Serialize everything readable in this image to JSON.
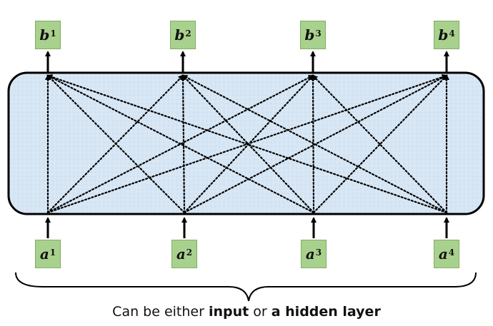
{
  "colors": {
    "node_fill": "#a9d18e",
    "node_border": "#7fae63",
    "layer_fill": "#d7e6f4",
    "line": "#000000"
  },
  "outputs": [
    {
      "base": "b",
      "sup": "1"
    },
    {
      "base": "b",
      "sup": "2"
    },
    {
      "base": "b",
      "sup": "3"
    },
    {
      "base": "b",
      "sup": "4"
    }
  ],
  "inputs": [
    {
      "base": "a",
      "sup": "1"
    },
    {
      "base": "a",
      "sup": "2"
    },
    {
      "base": "a",
      "sup": "3"
    },
    {
      "base": "a",
      "sup": "4"
    }
  ],
  "caption": {
    "prefix": "Can be either ",
    "bold1": "input",
    "middle": " or ",
    "bold2": "a hidden layer"
  }
}
